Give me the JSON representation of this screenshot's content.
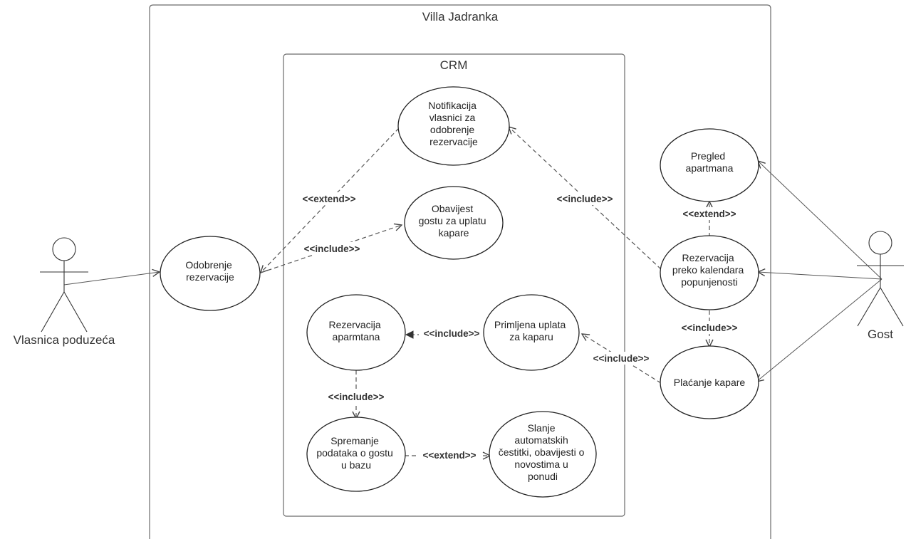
{
  "system": {
    "title": "Villa Jadranka"
  },
  "subsystem": {
    "title": "CRM"
  },
  "actors": {
    "owner": {
      "label": "Vlasnica poduzeća"
    },
    "guest": {
      "label": "Gost"
    }
  },
  "usecases": {
    "approval": {
      "lines": [
        "Odobrenje",
        "rezervacije"
      ]
    },
    "notify_owner": {
      "lines": [
        "Notifikacija",
        "vlasnici za",
        "odobrenje",
        "rezervacije"
      ]
    },
    "notify_guest": {
      "lines": [
        "Obavijest",
        "gostu za uplatu",
        "kapare"
      ]
    },
    "reserve_apartment": {
      "lines": [
        "Rezervacija",
        "aparmtana"
      ]
    },
    "payment_received": {
      "lines": [
        "Primljena uplata",
        "za kaparu"
      ]
    },
    "save_data": {
      "lines": [
        "Spremanje",
        "podataka o gostu",
        "u bazu"
      ]
    },
    "auto_cards": {
      "lines": [
        "Slanje",
        "automatskih",
        "čestitki, obavijesti o",
        "novostima u",
        "ponudi"
      ]
    },
    "view_apartments": {
      "lines": [
        "Pregled",
        "apartmana"
      ]
    },
    "calendar_reservation": {
      "lines": [
        "Rezervacija",
        "preko kalendara",
        "popunjenosti"
      ]
    },
    "deposit_payment": {
      "lines": [
        "Plaćanje kapare"
      ]
    }
  },
  "relations": {
    "extend_label": "<<extend>>",
    "include_label": "<<include>>"
  }
}
